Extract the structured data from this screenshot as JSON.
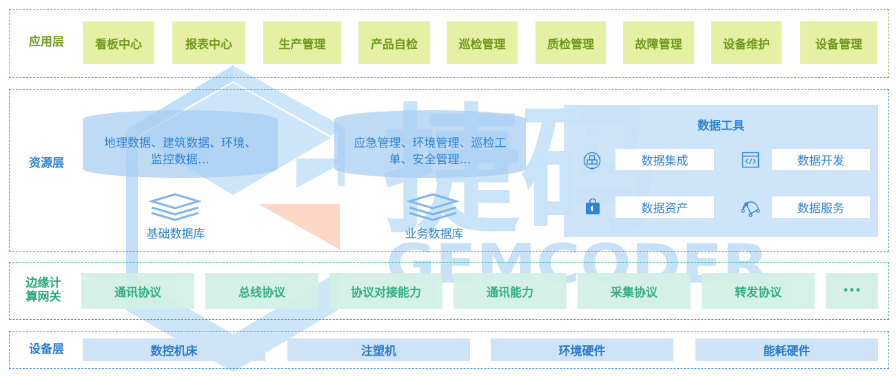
{
  "layers": {
    "application": {
      "label": "应用层",
      "items": [
        "看板中心",
        "报表中心",
        "生产管理",
        "产品自检",
        "巡检管理",
        "质检管理",
        "故障管理",
        "设备维护",
        "设备管理"
      ]
    },
    "resource": {
      "label": "资源层",
      "databases": [
        {
          "description_line1": "地理数据、建筑数据、环境、",
          "description_line2": "监控数据…",
          "name": "基础数据库",
          "icon": "layers-stack-icon"
        },
        {
          "description_line1": "应急管理、环境管理、巡检工",
          "description_line2": "单、安全管理…",
          "name": "业务数据库",
          "icon": "layers-stack-icon"
        }
      ],
      "data_tools": {
        "title": "数据工具",
        "items": [
          {
            "label": "数据集成",
            "icon": "integration-cubes-icon"
          },
          {
            "label": "数据开发",
            "icon": "code-window-icon"
          },
          {
            "label": "数据资产",
            "icon": "asset-bag-icon"
          },
          {
            "label": "数据服务",
            "icon": "service-network-icon"
          }
        ]
      }
    },
    "edge_gateway": {
      "label_line1": "边缘计",
      "label_line2": "算网关",
      "items": [
        "通讯协议",
        "总线协议",
        "协议对接能力",
        "通讯能力",
        "采集协议",
        "转发协议",
        "•••"
      ]
    },
    "device": {
      "label": "设备层",
      "items": [
        "数控机床",
        "注塑机",
        "环境硬件",
        "能耗硬件"
      ]
    }
  },
  "watermark": {
    "text_cn": "捷码",
    "text_en": "GEMCODER"
  },
  "colors": {
    "app_border": "#8cb53a",
    "app_box": "#e6f0a4",
    "app_text": "#6f9a1c",
    "resource_border": "#3d8fd8",
    "resource_text": "#2f83d2",
    "edge_border": "#2eb07c",
    "edge_box": "#d2f0e6",
    "edge_text": "#25a877",
    "device_border": "#3d8fd8",
    "device_box": "#cfe3f6",
    "device_text": "#2a7bcf",
    "watermark_blue": "#bcdcf7",
    "watermark_orange": "#fcd7c6"
  }
}
